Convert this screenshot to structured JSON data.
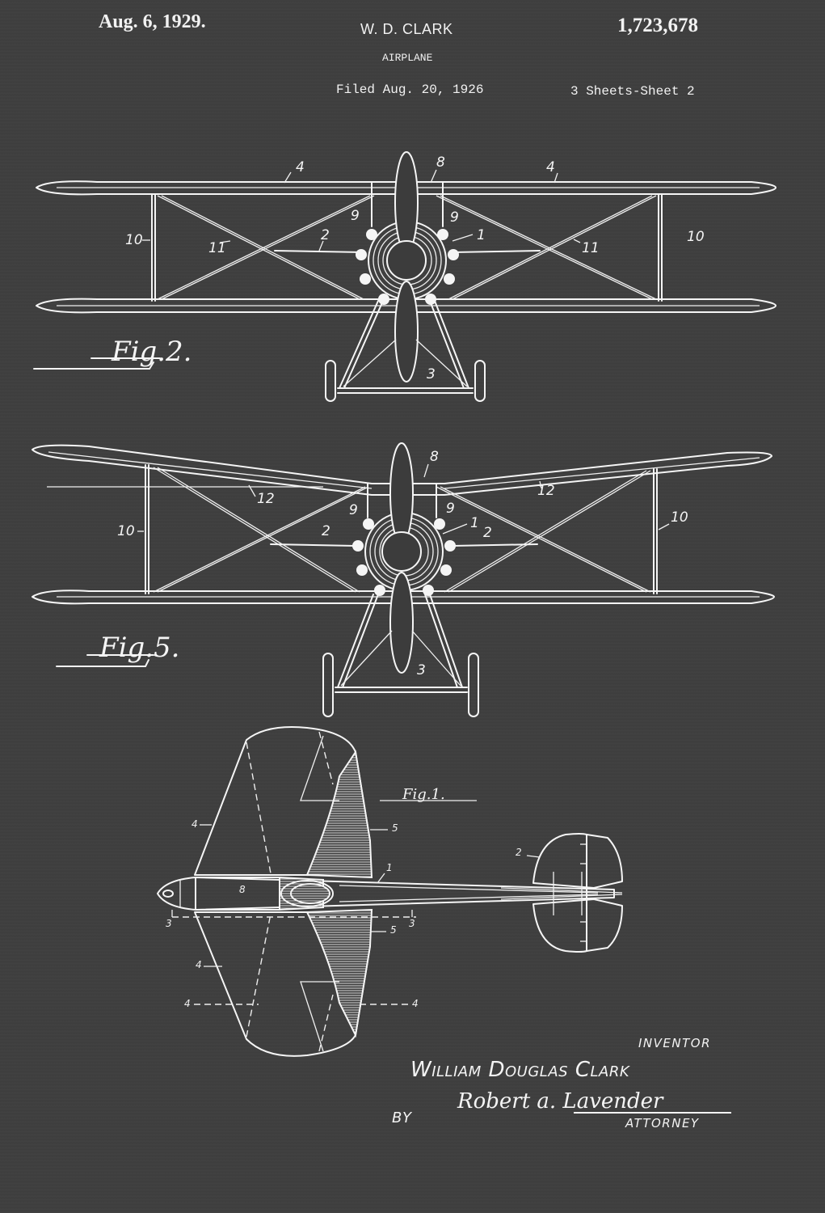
{
  "header": {
    "issue_date": "Aug. 6, 1929.",
    "inventor_short": "W. D. CLARK",
    "patent_number": "1,723,678",
    "title": "AIRPLANE",
    "filed": "Filed Aug. 20, 1926",
    "sheets": "3 Sheets-Sheet  2"
  },
  "figures": {
    "fig2": {
      "label": "Fig.2.",
      "refs": [
        "4",
        "8",
        "4",
        "10",
        "11",
        "2",
        "9",
        "9",
        "1",
        "11",
        "10",
        "3"
      ]
    },
    "fig5": {
      "label": "Fig.5.",
      "refs": [
        "8",
        "12",
        "12",
        "10",
        "9",
        "9",
        "2",
        "1",
        "2",
        "10",
        "3"
      ]
    },
    "fig1": {
      "label": "Fig.1.",
      "refs": [
        "4",
        "5",
        "1",
        "2",
        "8",
        "3",
        "3",
        "5",
        "4",
        "4",
        "4"
      ]
    }
  },
  "signature": {
    "inventor_label": "INVENTOR",
    "inventor_name": "William Douglas Clark",
    "by_label": "BY",
    "attorney_signature": "Robert a. Lavender",
    "attorney_label": "ATTORNEY"
  },
  "colors": {
    "background": "#3f3f3f",
    "ink": "#f5f5f5"
  }
}
